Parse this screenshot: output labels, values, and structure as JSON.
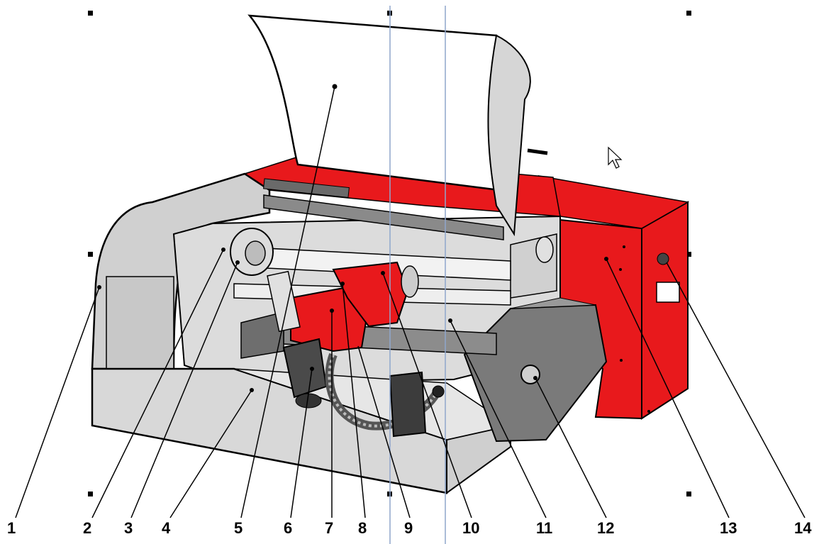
{
  "diagram": {
    "part_numbers": [
      "1",
      "2",
      "3",
      "4",
      "5",
      "6",
      "7",
      "8",
      "9",
      "10",
      "11",
      "12",
      "13",
      "14"
    ]
  },
  "colors": {
    "machine_red": "#e8191c",
    "machine_gray": "#d0d0d0",
    "dark_gray": "#7a7a7a",
    "outline": "#000000",
    "guide_line": "#8fa6cc"
  }
}
